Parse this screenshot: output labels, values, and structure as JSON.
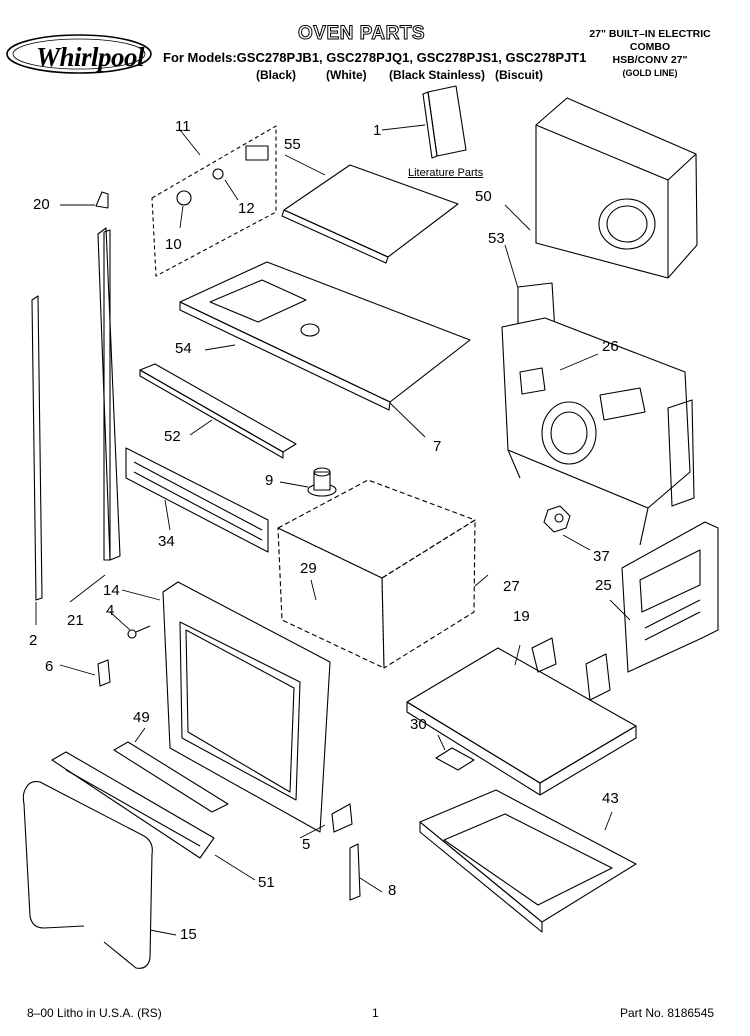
{
  "header": {
    "brand": "Whirlpool",
    "title": "OVEN PARTS",
    "models_line": "For Models:GSC278PJB1, GSC278PJQ1, GSC278PJS1, GSC278PJT1",
    "colors": [
      "(Black)",
      "(White)",
      "(Black Stainless)",
      "(Biscuit)"
    ],
    "right_line1": "27\" BUILT–IN ELECTRIC",
    "right_line2": "COMBO",
    "right_line3": "HSB/CONV 27\"",
    "right_line4": "(GOLD LINE)"
  },
  "literature_label": "Literature Parts",
  "callouts": [
    "1",
    "2",
    "4",
    "5",
    "6",
    "7",
    "8",
    "9",
    "10",
    "11",
    "12",
    "14",
    "15",
    "19",
    "20",
    "21",
    "25",
    "26",
    "27",
    "29",
    "30",
    "34",
    "37",
    "43",
    "49",
    "50",
    "51",
    "52",
    "53",
    "54",
    "55"
  ],
  "footer": {
    "left": "8–00 Litho in U.S.A. (RS)",
    "page": "1",
    "part": "Part No. 8186545"
  }
}
